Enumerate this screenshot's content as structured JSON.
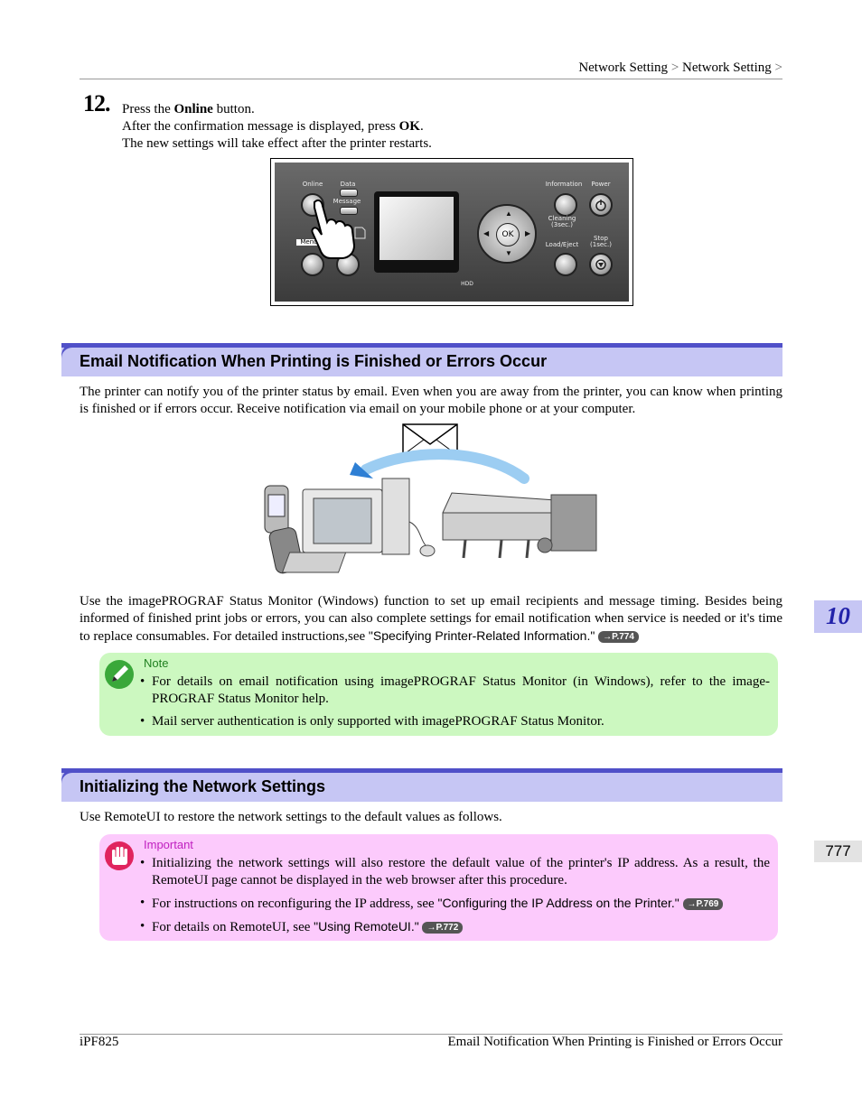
{
  "header": {
    "breadcrumb": [
      "Network Setting",
      "Network Setting"
    ],
    "separator": ">"
  },
  "step": {
    "number": "12.",
    "line1_pre": "Press the ",
    "line1_bold": "Online",
    "line1_post": " button.",
    "line2_pre": "After the confirmation message is displayed, press ",
    "line2_bold": "OK",
    "line2_post": ".",
    "line3": "The new settings will take effect after the printer restarts."
  },
  "panel": {
    "labels": {
      "online": "Online",
      "data": "Data",
      "message": "Message",
      "menu": "Menu",
      "information": "Information",
      "power": "Power",
      "cleaning": "Cleaning",
      "cleaning_sub": "(3sec.)",
      "load_eject": "Load/Eject",
      "stop": "Stop",
      "stop_sub": "(1sec.)",
      "hdd": "HDD",
      "ok": "OK"
    }
  },
  "section1": {
    "title": "Email Notification When Printing is Finished or Errors Occur",
    "para1": "The printer can notify you of the printer status by email. Even when you are away from the printer, you can know when printing is finished or if errors occur. Receive notification via email on your mobile phone or at your computer.",
    "para2_pre": "Use the imagePROGRAF Status Monitor (Windows) function to set up email recipients and message timing. Besides being informed of finished print jobs or errors, you can also complete settings for email notification when service is needed or it's time to replace consumables. For detailed instructions,see ",
    "para2_link": "\"Specifying Printer-Related Information.\"",
    "para2_ref": "→P.774",
    "note": {
      "label": "Note",
      "items": [
        "For details on email notification using imagePROGRAF Status Monitor (in Windows), refer to the image-PROGRAF Status Monitor help.",
        "Mail server authentication is only supported with imagePROGRAF Status Monitor."
      ]
    }
  },
  "section2": {
    "title": "Initializing the Network Settings",
    "para": "Use RemoteUI to restore the network settings to the default values as follows.",
    "important": {
      "label": "Important",
      "item1": "Initializing the network settings will also restore the default value of the printer's IP address. As a result, the RemoteUI page cannot be displayed in the web browser after this procedure.",
      "item2_pre": "For instructions on reconfiguring the IP address, see ",
      "item2_link": "\"Configuring the IP Address on the Printer.\"",
      "item2_ref": "→P.769",
      "item3_pre": "For details on RemoteUI, see ",
      "item3_link": "\"Using RemoteUI.\"",
      "item3_ref": "→P.772"
    }
  },
  "side": {
    "chapter": "10",
    "page": "777"
  },
  "footer": {
    "left": "iPF825",
    "right": "Email Notification When Printing is Finished or Errors Occur"
  },
  "colors": {
    "section_dark": "#5050c8",
    "section_light": "#c6c6f4",
    "note_bg": "#ccf8c0",
    "important_bg": "#fccafc",
    "page_ref_bg": "#555555"
  }
}
